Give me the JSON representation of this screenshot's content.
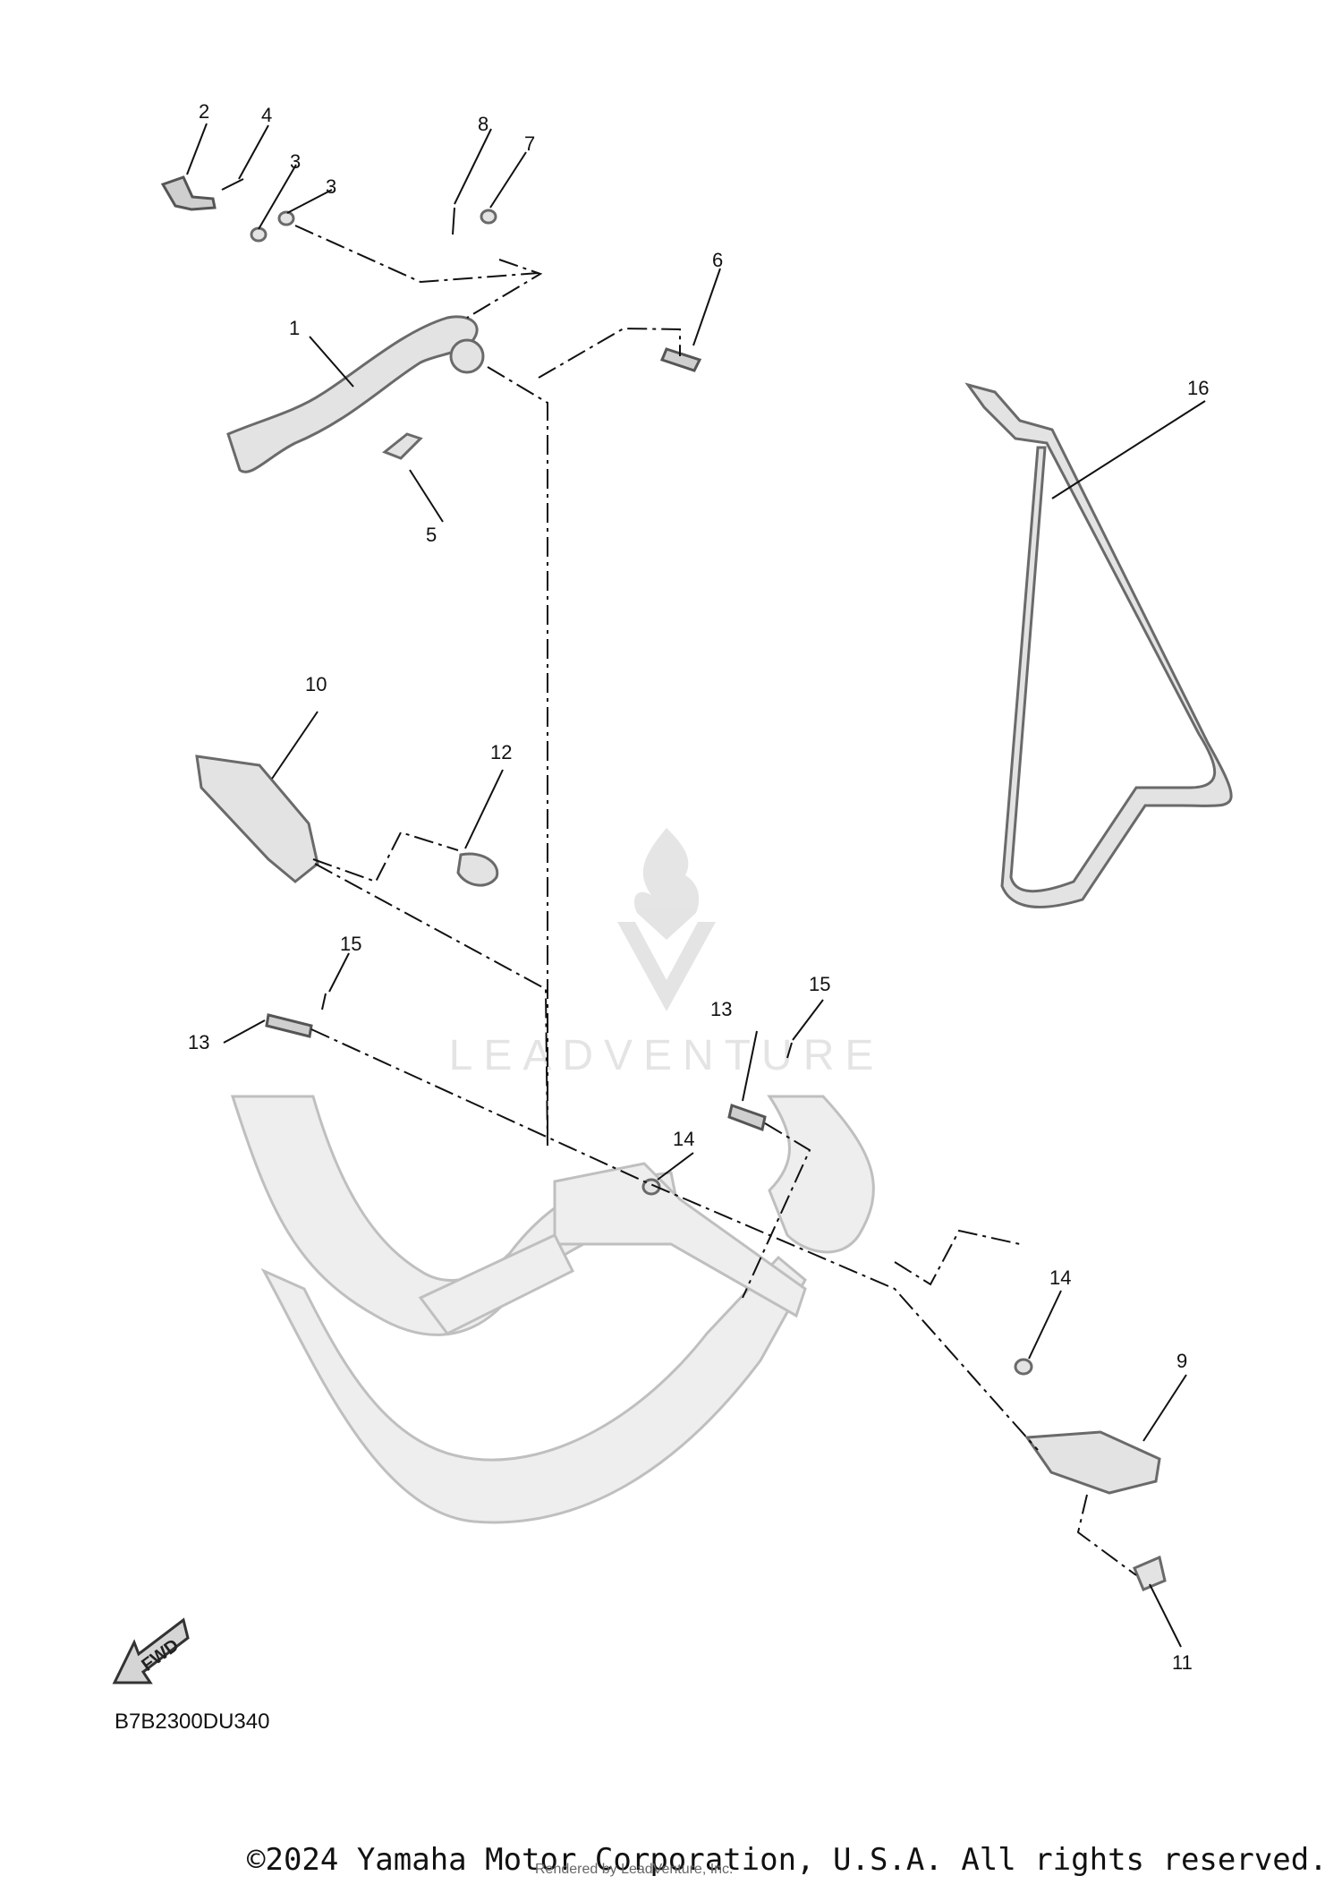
{
  "callouts": [
    "1",
    "2",
    "3",
    "3",
    "4",
    "5",
    "6",
    "7",
    "8",
    "9",
    "10",
    "11",
    "12",
    "13",
    "13",
    "14",
    "14",
    "15",
    "15",
    "16"
  ],
  "watermark_text": "LEADVENTURE",
  "fwd_label": "FWD",
  "diagram_code": "B7B2300DU340",
  "copyright": "©2024 Yamaha Motor Corporation, U.S.A. All rights reserved.",
  "rendered_by": "Rendered by LeadVenture, Inc.",
  "colors": {
    "line": "#111111",
    "part_fill": "#e3e3e3",
    "frame_fill": "#eeeeee",
    "watermark": "#e2e2e2"
  }
}
